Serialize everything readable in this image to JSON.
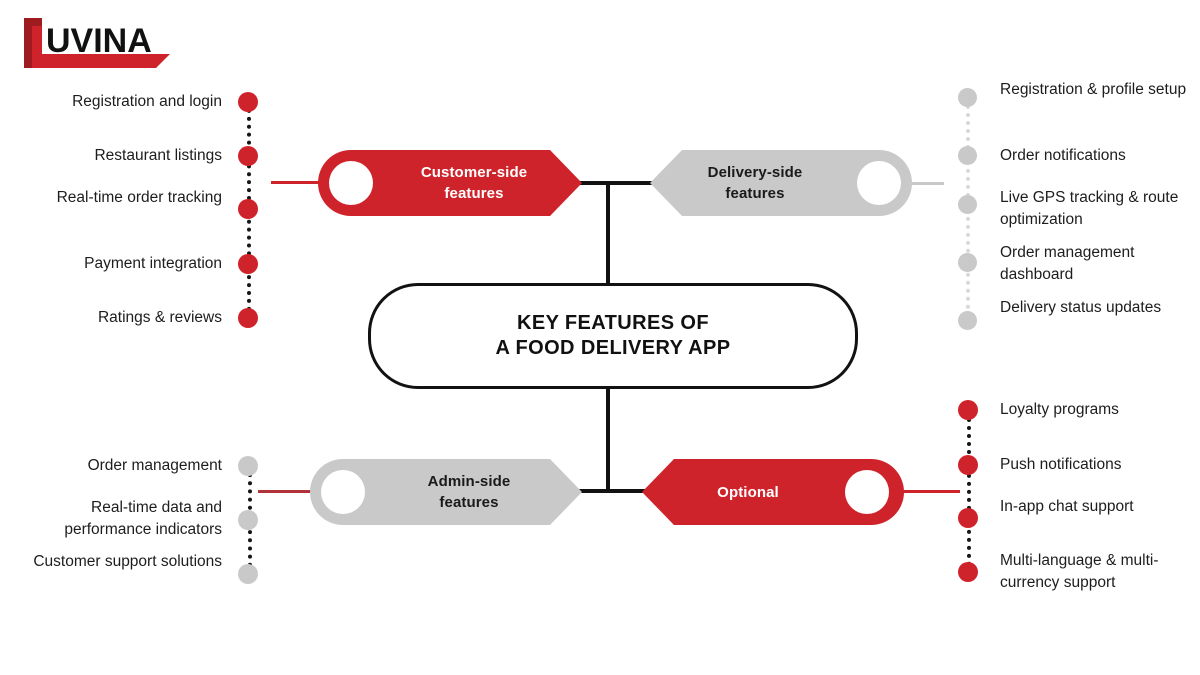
{
  "brand": {
    "name": "LUVINA",
    "word_mark": "UVINA",
    "accent_color": "#CF232B",
    "logo_icon": "luvina-l-swoosh-icon"
  },
  "colors": {
    "red": "#CF232B",
    "gray": "#C9C9C9",
    "dot_gray": "#C9C9C9",
    "black": "#121212",
    "text": "#1d1d1d",
    "white": "#ffffff"
  },
  "center": {
    "title_line1": "KEY FEATURES OF",
    "title_line2": "A FOOD DELIVERY APP"
  },
  "branches": [
    {
      "id": "customer-side",
      "banner_line1": "Customer-side",
      "banner_line2": "features",
      "style": "red",
      "position": "top-left",
      "items": [
        "Registration and login",
        "Restaurant listings",
        "Real-time order tracking",
        "Payment integration",
        "Ratings & reviews"
      ]
    },
    {
      "id": "delivery-side",
      "banner_line1": "Delivery-side",
      "banner_line2": "features",
      "style": "gray",
      "position": "top-right",
      "items": [
        "Registration & profile setup",
        "Order notifications",
        "Live GPS tracking & route optimization",
        "Order management dashboard",
        "Delivery status updates"
      ]
    },
    {
      "id": "admin-side",
      "banner_line1": "Admin-side",
      "banner_line2": "features",
      "style": "gray",
      "position": "bottom-left",
      "items": [
        "Order management",
        "Real-time data and performance indicators",
        "Customer support solutions"
      ]
    },
    {
      "id": "optional",
      "banner_line1": "Optional",
      "banner_line2": "",
      "style": "red",
      "position": "bottom-right",
      "items": [
        "Loyalty programs",
        "Push notifications",
        "In-app chat support",
        "Multi-language & multi-currency support"
      ]
    }
  ]
}
